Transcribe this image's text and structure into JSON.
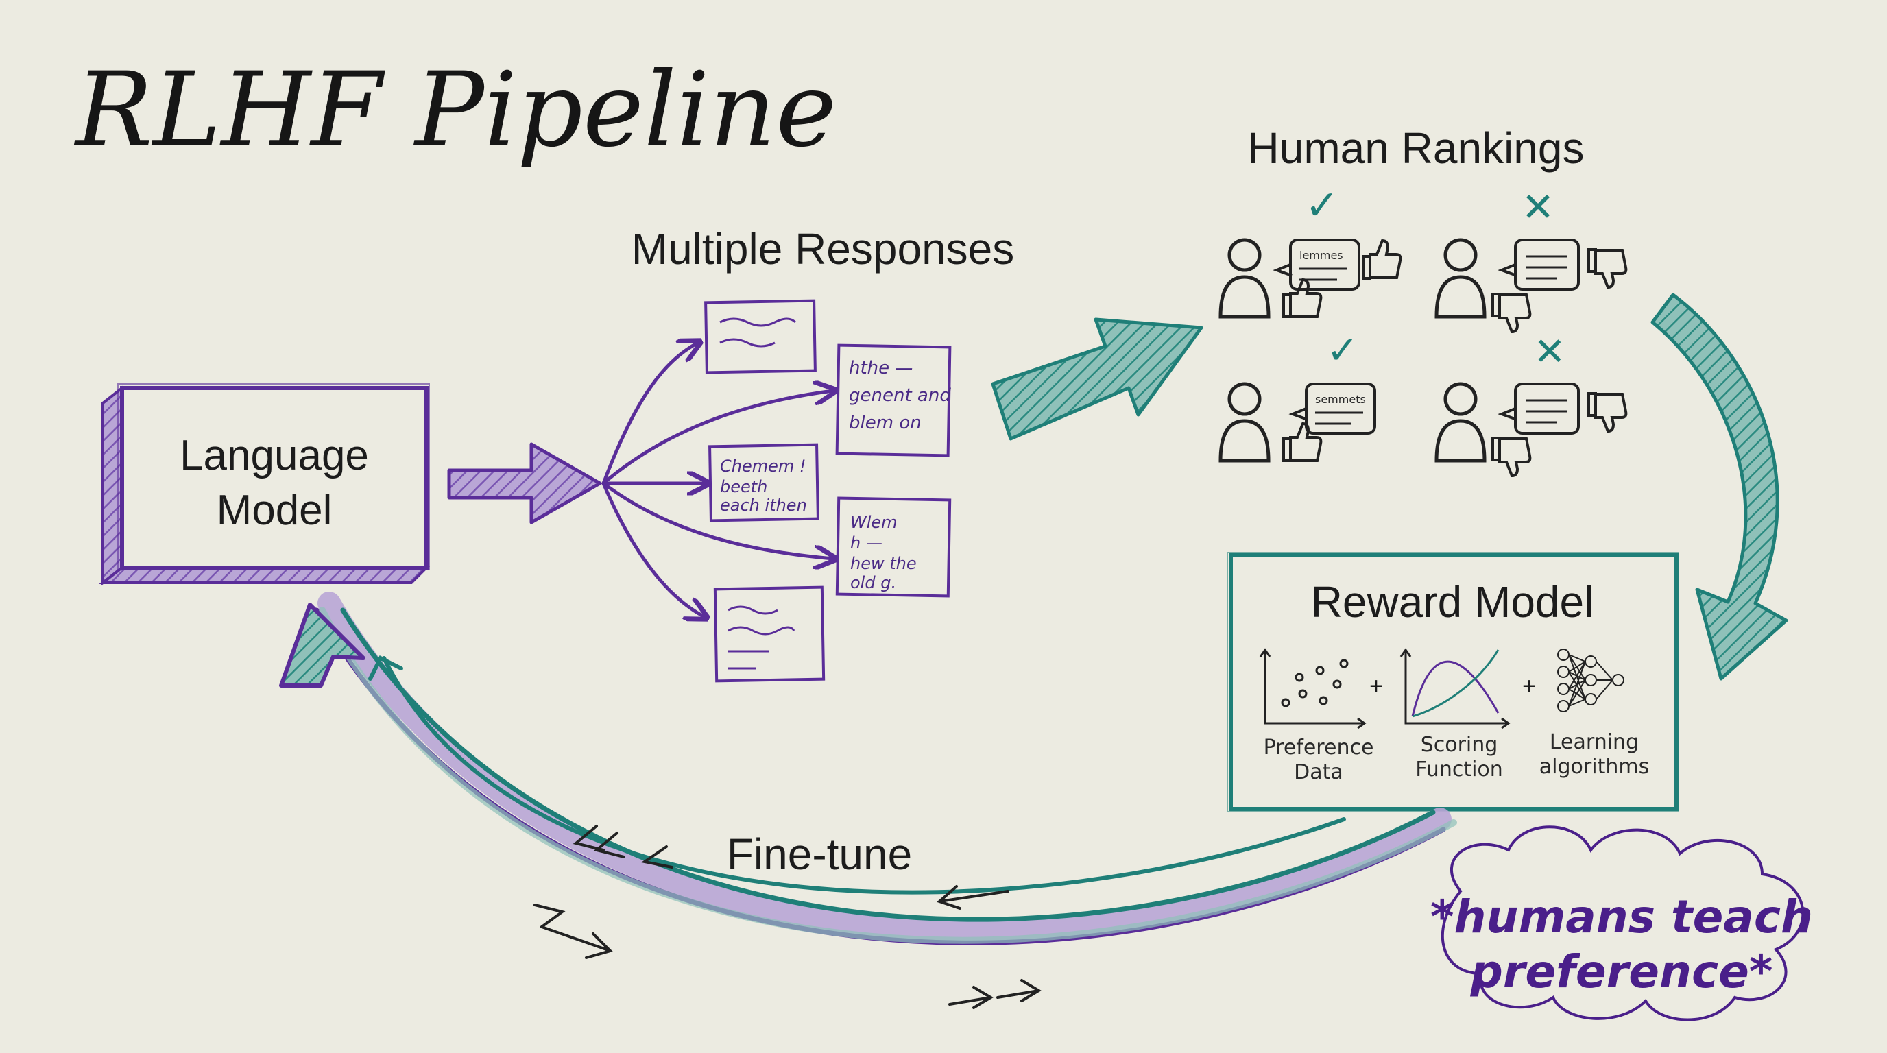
{
  "title": "RLHF Pipeline",
  "colors": {
    "purple": "#5a2d99",
    "teal": "#1f7f78",
    "ink": "#1c1c1c",
    "background": "#ecebe1",
    "note": "#4a1f8a"
  },
  "nodes": {
    "language_model": {
      "line1": "Language",
      "line2": "Model"
    },
    "multiple_responses": {
      "label": "Multiple Responses"
    },
    "human_rankings": {
      "label": "Human Rankings"
    },
    "reward_model": {
      "label": "Reward Model",
      "components": [
        {
          "line1": "Preference",
          "line2": "Data",
          "icon": "scatter-plot-icon"
        },
        {
          "line1": "Scoring",
          "line2": "Function",
          "icon": "curve-chart-icon"
        },
        {
          "line1": "Learning",
          "line2": "algorithms",
          "icon": "neural-network-icon"
        }
      ],
      "plus": "+"
    }
  },
  "response_cards": [
    {
      "lines": []
    },
    {
      "lines": [
        "hthe —",
        "genent and",
        "blem on"
      ]
    },
    {
      "lines": [
        "Chemem !",
        "beeth",
        "each ithen"
      ]
    },
    {
      "lines": [
        "Wlem",
        "h —",
        "hew the",
        "old g."
      ]
    },
    {
      "lines": []
    }
  ],
  "rankings": [
    {
      "mark": "✓",
      "bubble": "lemmes",
      "thumbs": "up"
    },
    {
      "mark": "✕",
      "bubble": "",
      "thumbs": "down"
    },
    {
      "mark": "✓",
      "bubble": "semmets",
      "thumbs": "up"
    },
    {
      "mark": "✕",
      "bubble": "",
      "thumbs": "down"
    }
  ],
  "fine_tune": {
    "label": "Fine-tune"
  },
  "note": {
    "line1": "*humans teach",
    "line2": "preference*"
  }
}
